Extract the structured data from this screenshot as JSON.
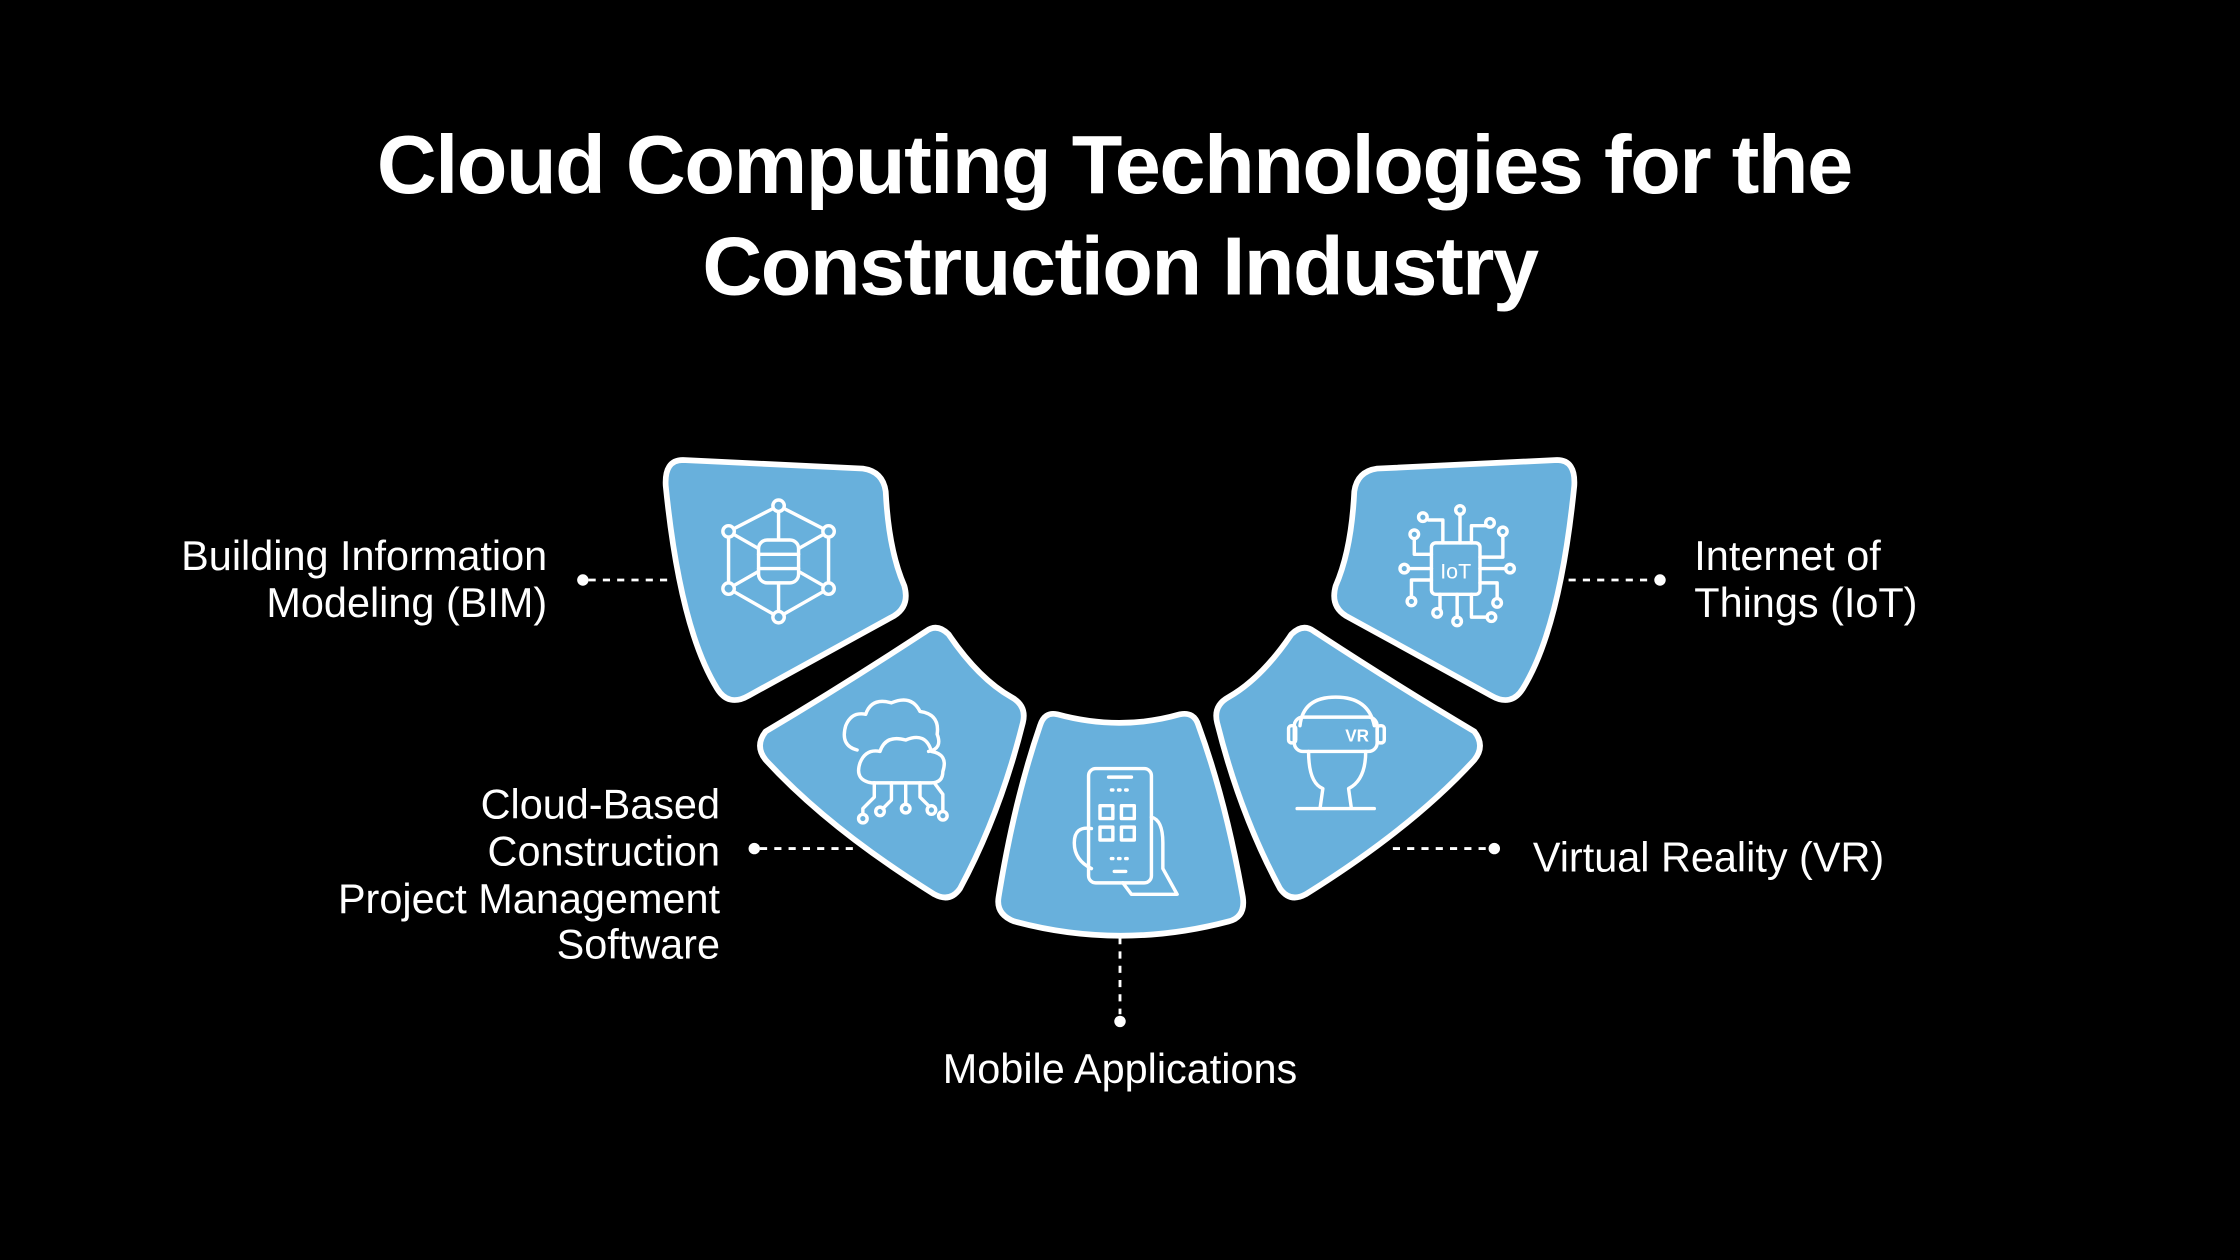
{
  "title": {
    "line1": "Cloud Computing Technologies for the",
    "line2": "Construction Industry"
  },
  "colors": {
    "background": "#000000",
    "tile": "#68b0dc",
    "text": "#ffffff"
  },
  "items": [
    {
      "icon": "database-network-icon",
      "lines": [
        "Building Information",
        "Modeling (BIM)"
      ]
    },
    {
      "icon": "cloud-circuit-icon",
      "lines": [
        "Cloud-Based",
        "Construction",
        "Project Management",
        "Software"
      ]
    },
    {
      "icon": "mobile-phone-hand-icon",
      "lines": [
        "Mobile Applications"
      ]
    },
    {
      "icon": "vr-headset-icon",
      "lines": [
        "Virtual Reality (VR)"
      ]
    },
    {
      "icon": "iot-chip-icon",
      "lines": [
        "Internet of",
        "Things (IoT)"
      ],
      "chip_text": "IoT"
    }
  ],
  "vr_badge": "VR"
}
